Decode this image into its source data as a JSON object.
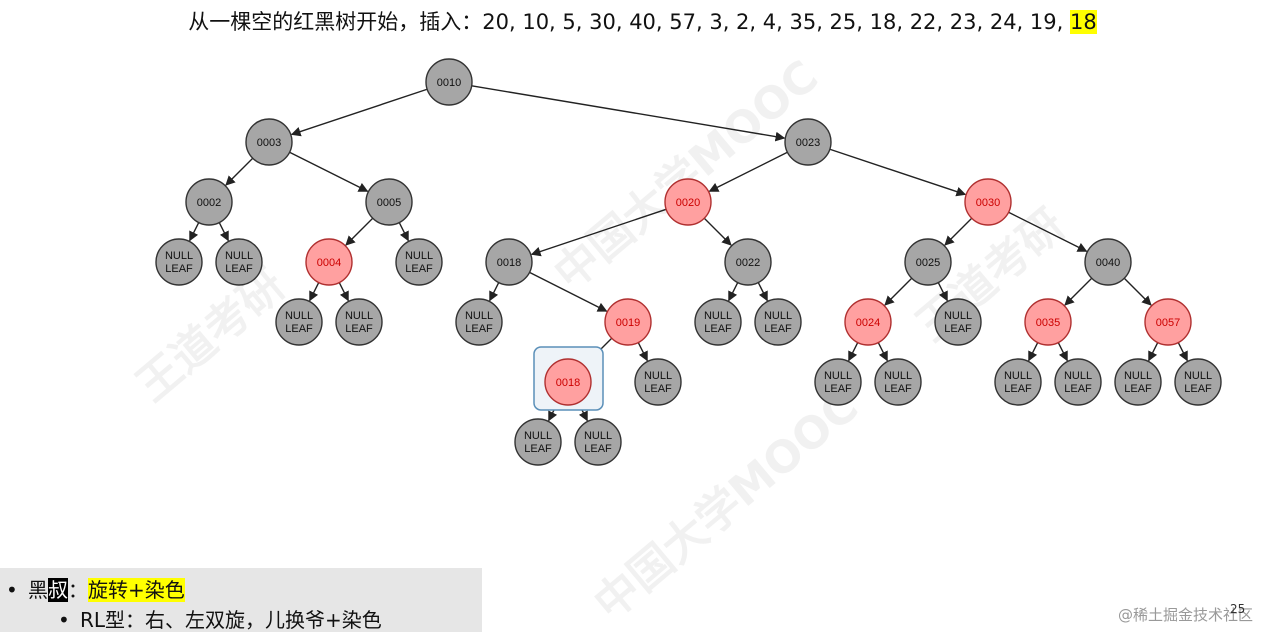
{
  "title": {
    "text": "从一棵空的红黑树开始，插入：20, 10, 5, 30, 40, 57, 3, 2, 4, 35, 25, 18, 22, 23, 24, 19, ",
    "highlight": "18"
  },
  "tree": {
    "null_leaf_label": [
      "NULL",
      "LEAF"
    ],
    "colors": {
      "black_fill": "#a6a6a6",
      "red_fill": "#ffa0a0",
      "red_text": "#cc0000",
      "black_text": "#111111",
      "highlight_box": "#5a8fb8"
    },
    "nodes": [
      {
        "id": "n0010",
        "label": "0010",
        "color": "black"
      },
      {
        "id": "n0003",
        "label": "0003",
        "color": "black"
      },
      {
        "id": "n0023",
        "label": "0023",
        "color": "black"
      },
      {
        "id": "n0002",
        "label": "0002",
        "color": "black"
      },
      {
        "id": "n0005",
        "label": "0005",
        "color": "black"
      },
      {
        "id": "n0020",
        "label": "0020",
        "color": "red"
      },
      {
        "id": "n0030",
        "label": "0030",
        "color": "red"
      },
      {
        "id": "n0004",
        "label": "0004",
        "color": "red"
      },
      {
        "id": "n0018a",
        "label": "0018",
        "color": "black"
      },
      {
        "id": "n0022",
        "label": "0022",
        "color": "black"
      },
      {
        "id": "n0025",
        "label": "0025",
        "color": "black"
      },
      {
        "id": "n0040",
        "label": "0040",
        "color": "black"
      },
      {
        "id": "n0019",
        "label": "0019",
        "color": "red"
      },
      {
        "id": "n0024",
        "label": "0024",
        "color": "red"
      },
      {
        "id": "n0035",
        "label": "0035",
        "color": "red"
      },
      {
        "id": "n0057",
        "label": "0057",
        "color": "red"
      },
      {
        "id": "n0018b",
        "label": "0018",
        "color": "red",
        "highlighted": true
      }
    ],
    "edges": [
      [
        "n0010",
        "n0003"
      ],
      [
        "n0010",
        "n0023"
      ],
      [
        "n0003",
        "n0002"
      ],
      [
        "n0003",
        "n0005"
      ],
      [
        "n0023",
        "n0020"
      ],
      [
        "n0023",
        "n0030"
      ],
      [
        "n0002",
        "L1"
      ],
      [
        "n0002",
        "L2"
      ],
      [
        "n0005",
        "n0004"
      ],
      [
        "n0005",
        "L3"
      ],
      [
        "n0004",
        "L4"
      ],
      [
        "n0004",
        "L5"
      ],
      [
        "n0020",
        "n0018a"
      ],
      [
        "n0020",
        "n0022"
      ],
      [
        "n0018a",
        "L6"
      ],
      [
        "n0018a",
        "n0019"
      ],
      [
        "n0019",
        "n0018b"
      ],
      [
        "n0019",
        "L7"
      ],
      [
        "n0018b",
        "L8"
      ],
      [
        "n0018b",
        "L9"
      ],
      [
        "n0022",
        "L10"
      ],
      [
        "n0022",
        "L11"
      ],
      [
        "n0030",
        "n0025"
      ],
      [
        "n0030",
        "n0040"
      ],
      [
        "n0025",
        "n0024"
      ],
      [
        "n0025",
        "L12"
      ],
      [
        "n0024",
        "L13"
      ],
      [
        "n0024",
        "L14"
      ],
      [
        "n0040",
        "n0035"
      ],
      [
        "n0040",
        "n0057"
      ],
      [
        "n0035",
        "L15"
      ],
      [
        "n0035",
        "L16"
      ],
      [
        "n0057",
        "L17"
      ],
      [
        "n0057",
        "L18"
      ]
    ]
  },
  "notes": {
    "line1": {
      "prefix": "黑",
      "inverted": "叔",
      "sep": "：",
      "highlight": "旋转+染色"
    },
    "line2": {
      "text": "RL型：右、左双旋，儿换爷+染色"
    }
  },
  "page_number": "25",
  "credit": "@稀土掘金技术社区"
}
